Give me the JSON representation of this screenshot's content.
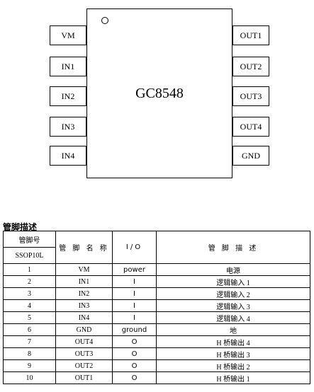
{
  "diagram": {
    "chip_name": "GC8548",
    "left_pins": [
      "VM",
      "IN1",
      "IN2",
      "IN3",
      "IN4"
    ],
    "right_pins": [
      "OUT1",
      "OUT2",
      "OUT3",
      "OUT4",
      "GND"
    ]
  },
  "section": {
    "title": "管脚描述"
  },
  "table": {
    "header": {
      "pin_no": "管脚号",
      "package": "SSOP10L",
      "pin_name": "管 脚 名 称",
      "io": "I/O",
      "desc": "管 脚 描 述"
    },
    "rows": [
      {
        "no": "1",
        "name": "VM",
        "io": "power",
        "desc": "电源"
      },
      {
        "no": "2",
        "name": "IN1",
        "io": "I",
        "desc": "逻辑输入 1"
      },
      {
        "no": "3",
        "name": "IN2",
        "io": "I",
        "desc": "逻辑输入 2"
      },
      {
        "no": "4",
        "name": "IN3",
        "io": "I",
        "desc": "逻辑输入 3"
      },
      {
        "no": "5",
        "name": "IN4",
        "io": "I",
        "desc": "逻辑输入 4"
      },
      {
        "no": "6",
        "name": "GND",
        "io": "ground",
        "desc": "地"
      },
      {
        "no": "7",
        "name": "OUT4",
        "io": "O",
        "desc": "H 桥输出 4"
      },
      {
        "no": "8",
        "name": "OUT3",
        "io": "O",
        "desc": "H 桥输出 3"
      },
      {
        "no": "9",
        "name": "OUT2",
        "io": "O",
        "desc": "H 桥输出 2"
      },
      {
        "no": "10",
        "name": "OUT1",
        "io": "O",
        "desc": "H 桥输出 1"
      }
    ]
  }
}
